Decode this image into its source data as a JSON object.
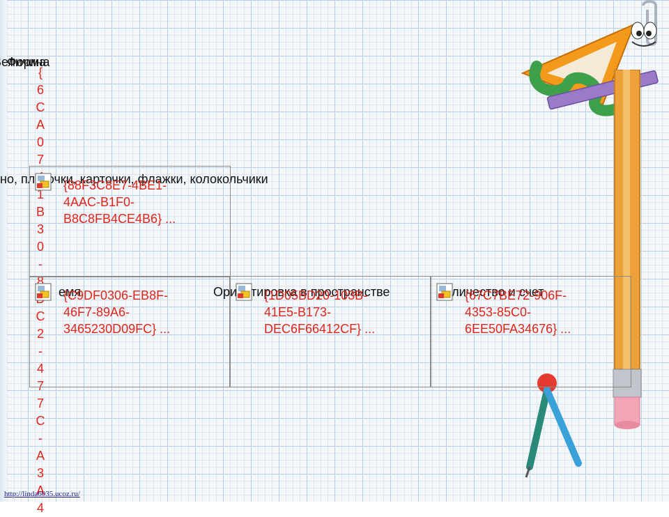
{
  "slide": {
    "top_label_a": "Форма",
    "top_label_b": "Величина",
    "row2_label": "но, платочки, карточки, флажки, колокольчики",
    "row3_label_left": "емя",
    "row3_label_mid": "Ориентировка в пространстве",
    "row3_label_right": "Количество и счет",
    "vertical_chars": [
      "{",
      "6",
      "C",
      "A",
      "0",
      "7",
      "4",
      "1",
      "B",
      "3",
      "0",
      "-",
      "8",
      "D",
      "C",
      "2",
      "-",
      "4",
      "7",
      "7",
      "C",
      "-",
      "A",
      "3",
      "A",
      "4"
    ],
    "objects": [
      {
        "id": "obj1",
        "text": "{88F3C8E7-4BE1-\n4AAC-B1F0-\nB8C8FB4CE4B6} ..."
      },
      {
        "id": "obj2",
        "text": "{C9DF0306-EB8F-\n46F7-89A6-\n3465230D09FC} ..."
      },
      {
        "id": "obj3",
        "text": "{1D05BD20-103B-\n41E5-B173-\nDEC6F66412CF} ..."
      },
      {
        "id": "obj4",
        "text": "{67C7BE72-906F-\n4353-85C0-\n6EE50FA34676} ..."
      }
    ],
    "footer_url": "http://linda6035.ucoz.ru/"
  }
}
